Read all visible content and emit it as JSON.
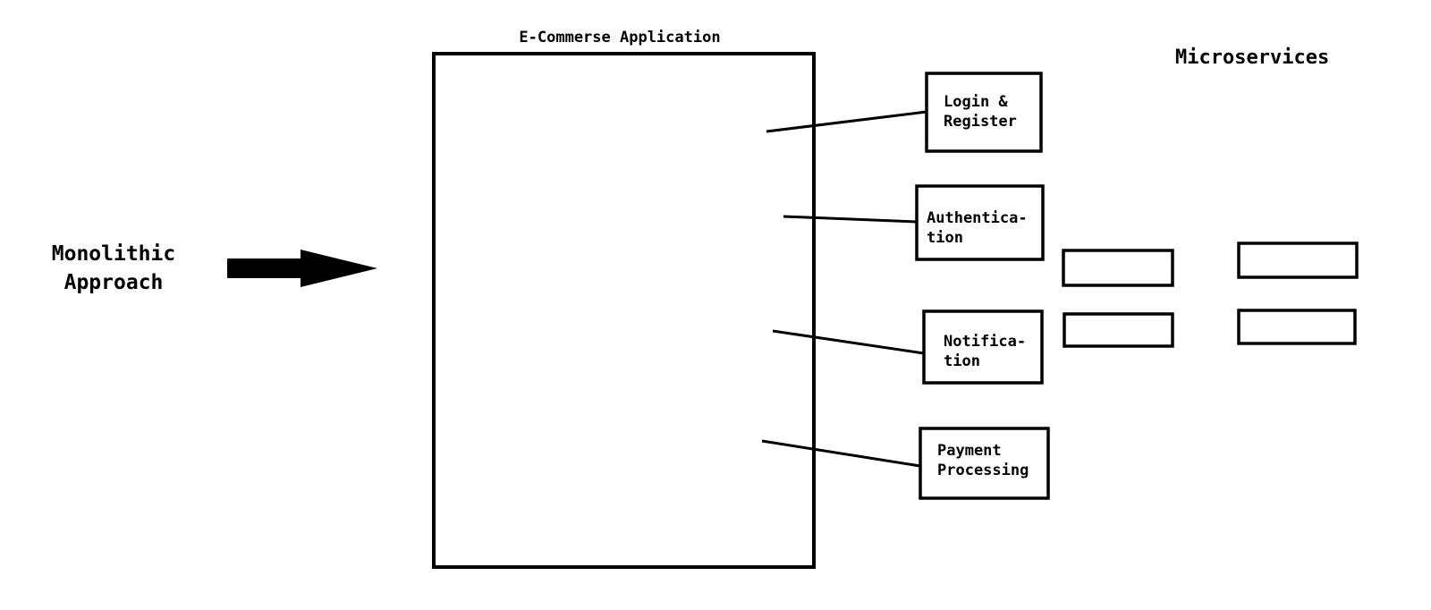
{
  "diagram": {
    "left_label": "Monolithic\nApproach",
    "app_title": "E-Commerse Application",
    "right_title": "Microservices",
    "services": [
      {
        "label": "Login &\nRegister"
      },
      {
        "label": "Authentica-\ntion"
      },
      {
        "label": "Notifica-\ntion"
      },
      {
        "label": "Payment\nProcessing"
      }
    ],
    "stroke_color": "#000000",
    "background": "#ffffff"
  }
}
